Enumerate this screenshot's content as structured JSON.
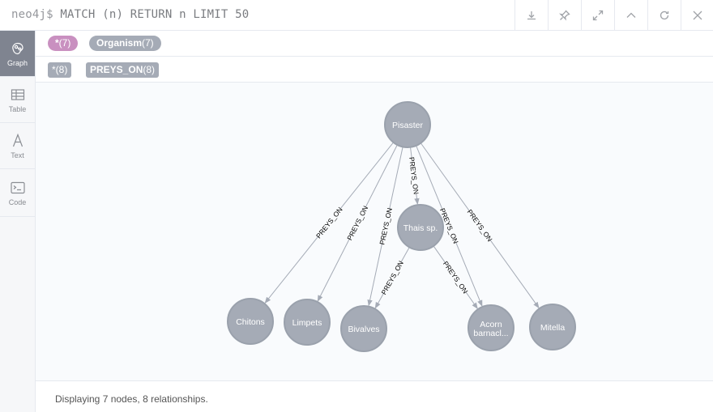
{
  "query": {
    "prompt": "neo4j$",
    "text": "MATCH (n) RETURN n LIMIT 50"
  },
  "toolbar": {
    "buttons": [
      {
        "name": "download-icon"
      },
      {
        "name": "pin-icon"
      },
      {
        "name": "expand-icon"
      },
      {
        "name": "collapse-icon"
      },
      {
        "name": "rerun-icon"
      },
      {
        "name": "close-icon"
      }
    ]
  },
  "sidebar": {
    "items": [
      {
        "label": "Graph",
        "icon": "graph-icon",
        "active": true
      },
      {
        "label": "Table",
        "icon": "table-icon",
        "active": false
      },
      {
        "label": "Text",
        "icon": "text-icon",
        "active": false
      },
      {
        "label": "Code",
        "icon": "code-icon",
        "active": false
      }
    ]
  },
  "legend": {
    "nodes": [
      {
        "label": "*",
        "count": "(7)",
        "color": "#c990c0"
      },
      {
        "label": "Organism",
        "count": "(7)",
        "color": "#a5abb6"
      }
    ],
    "relationships": [
      {
        "label": "*(8)",
        "color": "#a5abb6"
      },
      {
        "label": "PREYS_ON",
        "count": "(8)",
        "color": "#a5abb6"
      }
    ]
  },
  "graph": {
    "node_color": "#a5abb6",
    "edge_color": "#a5abb6",
    "nodes": [
      {
        "id": "pisaster",
        "label": "Pisaster"
      },
      {
        "id": "thais",
        "label": "Thais sp."
      },
      {
        "id": "chitons",
        "label": "Chitons"
      },
      {
        "id": "limpets",
        "label": "Limpets"
      },
      {
        "id": "bivalves",
        "label": "Bivalves"
      },
      {
        "id": "acorn",
        "label": "Acorn",
        "label2": "barnacl..."
      },
      {
        "id": "mitella",
        "label": "Mitella"
      }
    ],
    "edges": [
      {
        "from": "pisaster",
        "to": "chitons",
        "label": "PREYS_ON"
      },
      {
        "from": "pisaster",
        "to": "limpets",
        "label": "PREYS_ON"
      },
      {
        "from": "pisaster",
        "to": "bivalves",
        "label": "PREYS_ON"
      },
      {
        "from": "pisaster",
        "to": "thais",
        "label": "PREYS_ON"
      },
      {
        "from": "pisaster",
        "to": "acorn",
        "label": "PREYS_ON"
      },
      {
        "from": "pisaster",
        "to": "mitella",
        "label": "PREYS_ON"
      },
      {
        "from": "thais",
        "to": "bivalves",
        "label": "PREYS_ON"
      },
      {
        "from": "thais",
        "to": "acorn",
        "label": "PREYS_ON"
      }
    ]
  },
  "status": {
    "text": "Displaying 7 nodes, 8 relationships."
  }
}
